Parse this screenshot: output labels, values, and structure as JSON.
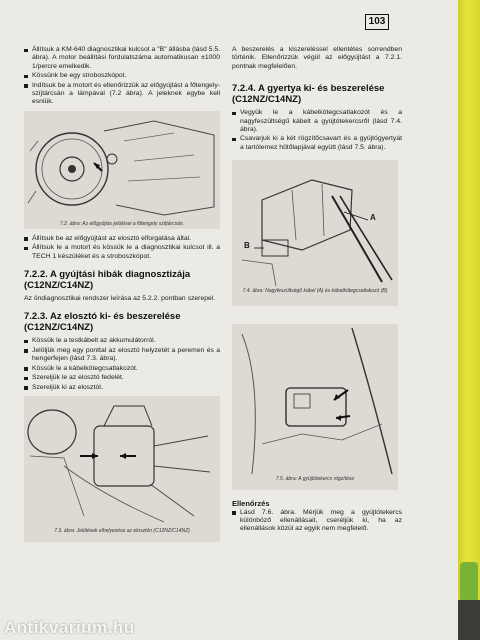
{
  "page_number": "103",
  "left": {
    "intro_bullets": [
      "Állítsuk a KM-640 diagnosztikai kulcsot a \"B\" állásba (lásd 5.5. ábra). A motor beállítási fordulatszáma automatikusan ±1000 1/percre emelkedik.",
      "Kössünk be egy stroboszkópot.",
      "Indítsuk be a motort és ellenőrizzük az előgyújtást a főtengely-szíjtárcsán a lámpával (7.2 ábra). A jeleknek egybe kell esniük."
    ],
    "fig72_caption": "7.2. ábra: Az előgyújtás jelölései a főtengely szíjtárcsán.",
    "mid_bullets": [
      "Állítsuk be az előgyújtást az elosztó elforgatása által.",
      "Állítsuk le a motort és kössük le a diagnosztikai kulcsot ill. a TECH 1 készüléket és a stroboszkópot."
    ],
    "h722": "7.2.2. A gyújtási hibák diagnosztizája (C12NZ/C14NZ)",
    "p722": "Az öndiagnosztikai rendszer leírása az 5.2.2. pontban szerepel.",
    "h723": "7.2.3. Az elosztó ki- és beszerelése (C12NZ/C14NZ)",
    "bullets723": [
      "Kössük le a testkábelt az akkumulátorról.",
      "Jelöljük meg egy ponttal az elosztó helyzetét a peremen és a hengerfejen (lásd 7.3. ábra).",
      "Kössük le a kábelkötegcsatlakozót.",
      "Szereljük le az elosztó fedelét.",
      "Szereljük ki az elosztót."
    ],
    "fig73_caption": "7.3. ábra: Jelölések elhelyezése az elosztón (C12NZ/C14NZ)"
  },
  "right": {
    "intro_para": "A beszerelés a kiszereléssel ellentétes sorrendben történik. Ellenőrizzük végül az előgyújtást a 7.2.1. pontnak megfelelően.",
    "h724": "7.2.4. A gyertya ki- és beszerelése (C12NZ/C14NZ)",
    "bullets724": [
      "Vegyük le a kábelkötegcsatlakozót és a nagyfeszültségű kábelt a gyújtótekercsről (lásd 7.4. ábra).",
      "Csavarjuk ki a két rögzítőcsavart és a gyújtógyertyát a tartólemez hűtőlapjával együtt (lásd 7.5. ábra)."
    ],
    "fig74_label_a": "A",
    "fig74_label_b": "B",
    "fig74_caption": "7.4. ábra: Nagyfeszültségű kábel (A) és kábelkötegcsatlakozó (B)",
    "fig75_caption": "7.5. ábra: A gyújtótekercs rögzítése",
    "check_title": "Ellenőrzés",
    "check_bullets": [
      "Lásd 7.6. ábra. Mérjük meg a gyújtótekercs különböző ellenállásait, cseréljük ki, ha az ellenállások közül az egyik nem megfelelő."
    ]
  },
  "watermark": "Antikvarium.hu"
}
